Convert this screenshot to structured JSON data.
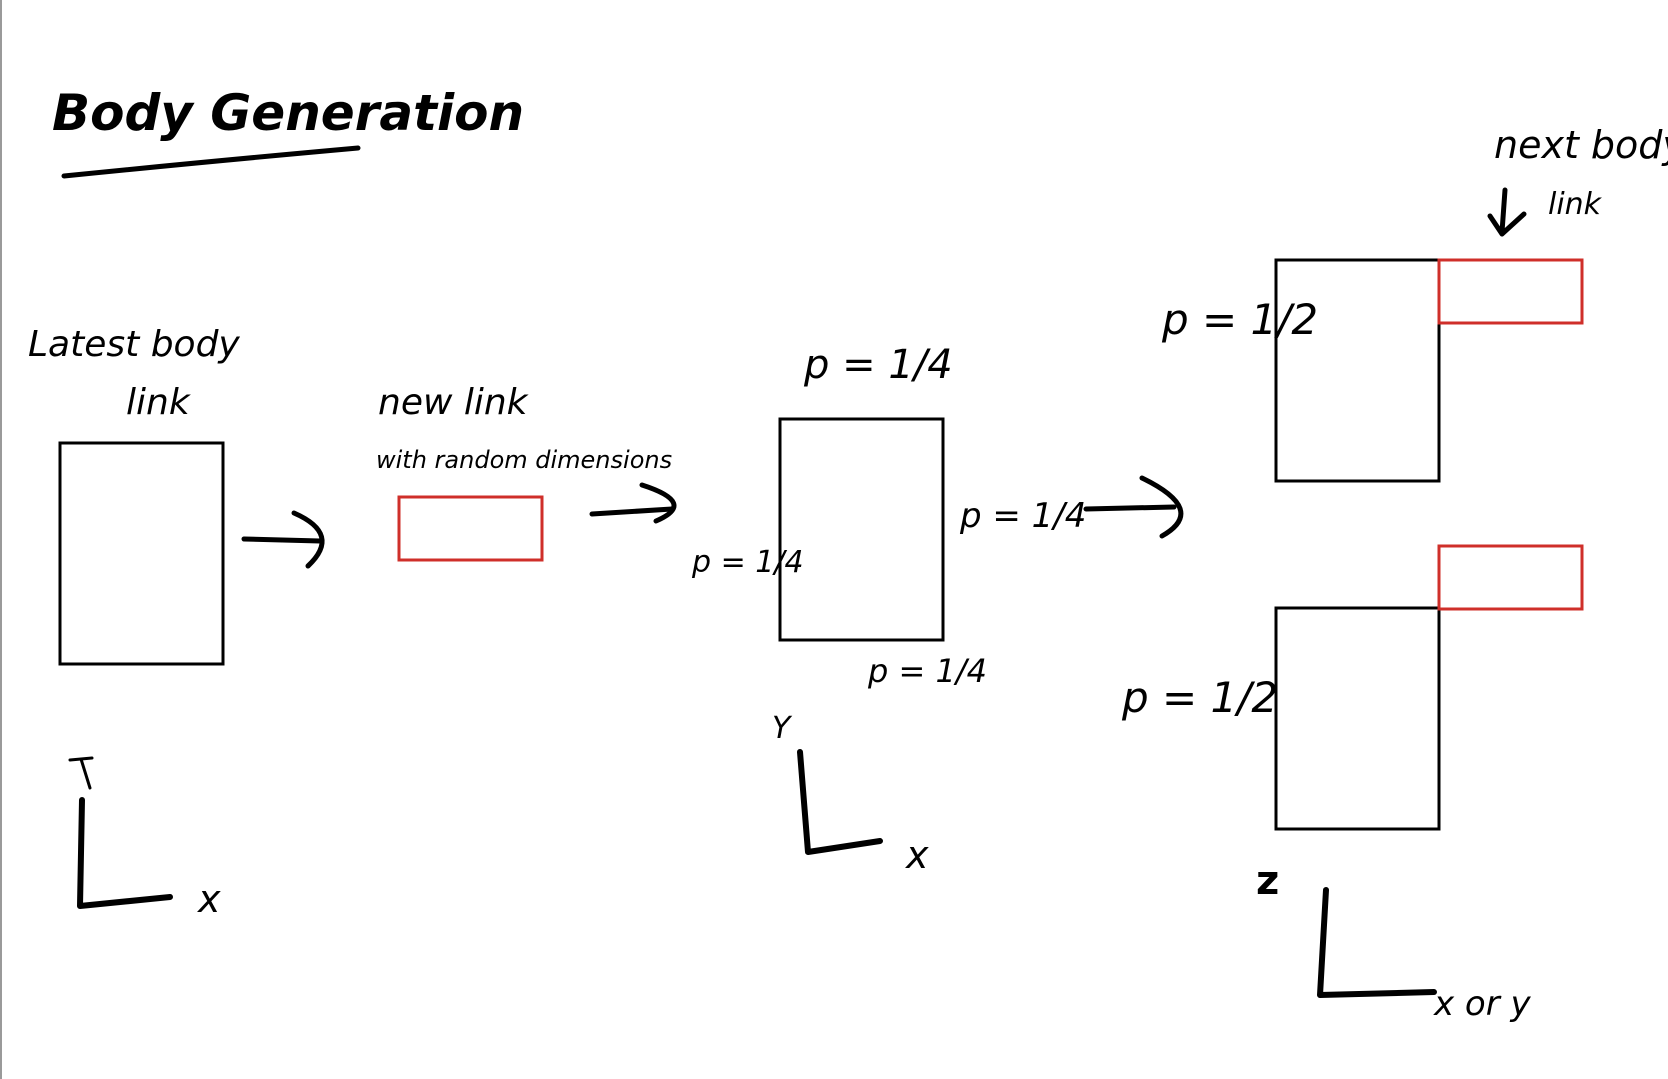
{
  "title": "Body Generation",
  "step1": {
    "label_line1": "Latest body",
    "label_line2": "link",
    "axis_y": "Y",
    "axis_x": "x"
  },
  "step2": {
    "label_line1": "new link",
    "label_line2": "with random dimensions"
  },
  "step3": {
    "p_top": "p = 1/4",
    "p_left": "p = 1/4",
    "p_right": "p = 1/4",
    "p_bottom": "p = 1/4",
    "axis_y": "Y",
    "axis_x": "x"
  },
  "step4": {
    "next_label_line1": "next body",
    "next_label_line2": "link",
    "p_upper": "p = 1/2",
    "p_lower": "p = 1/2",
    "axis_z": "z",
    "axis_xy": "x or y"
  },
  "colors": {
    "ink": "#000000",
    "new_link": "#cf2f2a"
  }
}
